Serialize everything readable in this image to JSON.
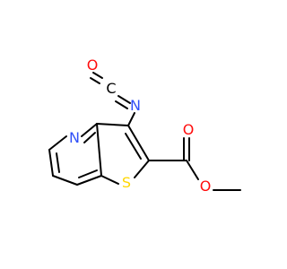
{
  "structure": {
    "atoms": {
      "isocyanate_oxygen": {
        "symbol": "O",
        "color": "#ff0d0d"
      },
      "isocyanate_carbon": {
        "symbol": "C",
        "color": "#000000"
      },
      "isocyanate_nitrogen": {
        "symbol": "N",
        "color": "#3050f8"
      },
      "pyridine_nitrogen": {
        "symbol": "N",
        "color": "#3050f8"
      },
      "thiophene_sulfur": {
        "symbol": "S",
        "color": "#ffd700"
      },
      "carbonyl_oxygen": {
        "symbol": "O",
        "color": "#ff0d0d"
      },
      "ester_oxygen": {
        "symbol": "O",
        "color": "#ff0d0d"
      }
    },
    "bond_color": "#000000"
  }
}
